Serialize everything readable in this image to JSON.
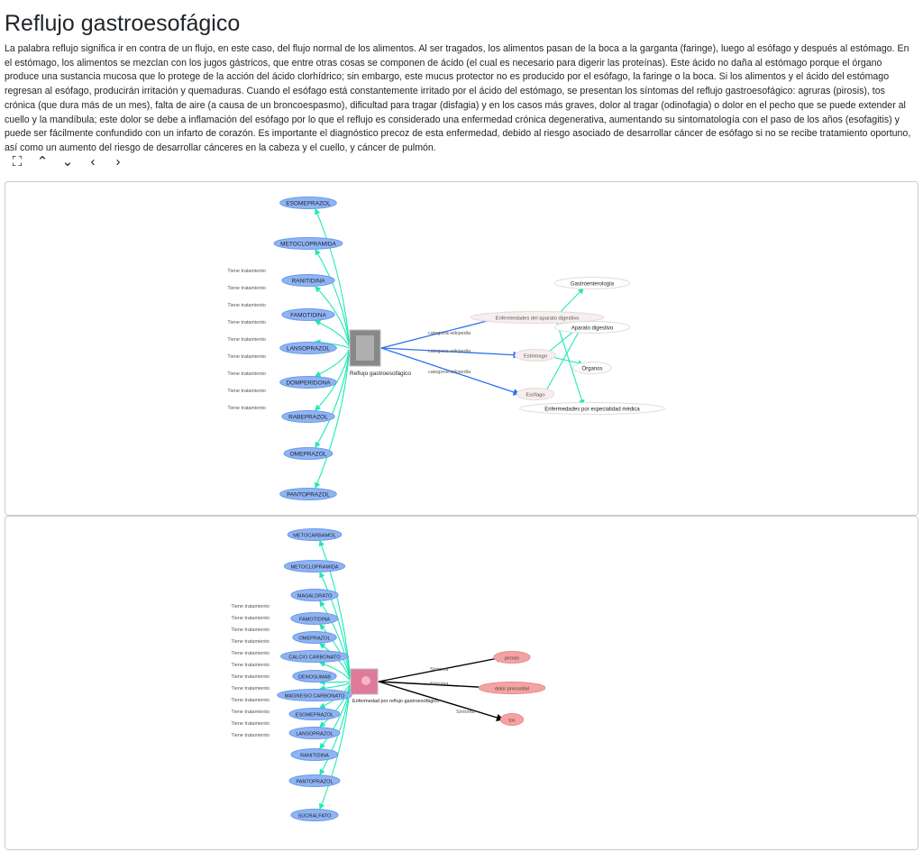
{
  "title": "Reflujo gastroesofágico",
  "description": "La palabra reflujo significa ir en contra de un flujo, en este caso, del flujo normal de los alimentos. Al ser tragados, los alimentos pasan de la boca a la garganta (faringe), luego al esófago y después al estómago. En el estómago, los alimentos se mezclan con los jugos gástricos, que entre otras cosas se componen de ácido (el cual es necesario para digerir las proteínas). Este ácido no daña al estómago porque el órgano produce una sustancia mucosa que lo protege de la acción del ácido clorhídrico; sin embargo, este mucus protector no es producido por el esófago, la faringe o la boca. Si los alimentos y el ácido del estómago regresan al esófago, producirán irritación y quemaduras. Cuando el esófago está constantemente irritado por el ácido del estómago, se presentan los síntomas del reflujo gastroesofágico: agruras (pirosis), tos crónica (que dura más de un mes), falta de aire (a causa de un broncoespasmo), dificultad para tragar (disfagia) y en los casos más graves, dolor al tragar (odinofagia) o dolor en el pecho que se puede extender al cuello y la mandíbula; este dolor se debe a inflamación del esófago por lo que el reflujo es considerado una enfermedad crónica degenerativa, aumentando su sintomatología con el paso de los años (esofagitis) y puede ser fácilmente confundido con un infarto de corazón. Es importante el diagnóstico precoz de esta enfermedad, debido al riesgo asociado de desarrollar cáncer de esófago si no se recibe tratamiento oportuno, así como un aumento del riesgo de desarrollar cánceres en la cabeza y el cuello, y cáncer de pulmón.",
  "toolbar": {
    "network_icon": "⛶",
    "up": "⌃",
    "down": "⌄",
    "prev": "‹",
    "next": "›"
  },
  "colors": {
    "drug": "#8fb4f5",
    "drug_border": "#6a9ae8",
    "treat_edge": "#1de9b6",
    "cat_edge": "#2f6ff0",
    "symptom": "#f4a3a3",
    "sym_edge": "#000000",
    "cat_node": "#f7eeee"
  },
  "graph1": {
    "center": "Reflujo gastroesofágico",
    "treat_label": "Tiene tratamiento",
    "cat_label": "categoria-wikipedia",
    "drugs": [
      "ESOMEPRAZOL",
      "METOCLOPRAMIDA",
      "RANITIDINA",
      "FAMOTIDINA",
      "LANSOPRAZOL",
      "DOMPERIDONA",
      "RABEPRAZOL",
      "OMEPRAZOL",
      "PANTOPRAZOL"
    ],
    "categories": [
      "Enfermedades del aparato digestivo",
      "Estómago",
      "Esófago"
    ],
    "super": [
      "Gastroenterología",
      "Aparato digestivo",
      "Órganos",
      "Enfermedades por especialidad médica"
    ]
  },
  "graph2": {
    "center": "Enfermedad por reflujo gastroesofágico",
    "treat_label": "Tiene tratamiento",
    "sym_label": "Síntoma",
    "drugs": [
      "METOCARBAMOL",
      "METOCLOPRAMIDA",
      "MAGALDRATO",
      "FAMOTIDINA",
      "OMEPRAZOL",
      "CALCIO CARBONATO",
      "DENOSUMAB",
      "MAGNESIO CARBONATO",
      "ESOMEPRAZOL",
      "LANSOPRAZOL",
      "RANITIDINA",
      "PANTOPRAZOL",
      "SUCRALFATO"
    ],
    "symptoms": [
      "pirosis",
      "dolor precordial",
      "tos"
    ]
  }
}
